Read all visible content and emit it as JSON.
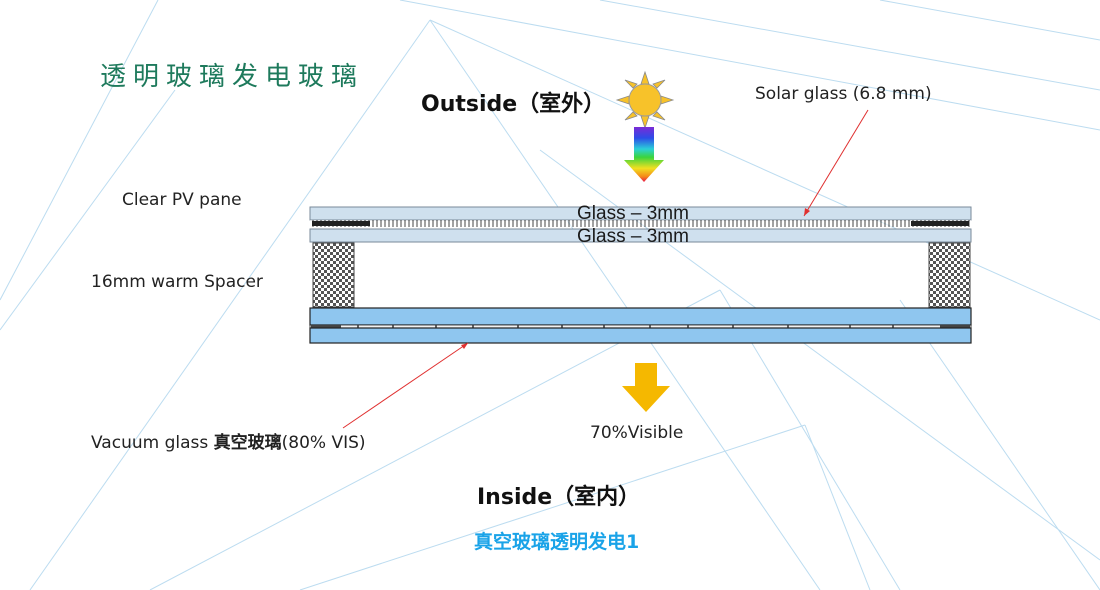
{
  "heading": "透明玻璃发电玻璃",
  "outside_label": "Outside（室外）",
  "inside_label": "Inside（室内）",
  "subtitle": "真空玻璃透明发电1",
  "labels": {
    "solar_glass": "Solar glass (6.8 mm)",
    "clear_pv_pane": "Clear PV pane",
    "spacer": "16mm warm Spacer",
    "vacuum_glass_prefix": "Vacuum glass ",
    "vacuum_glass_cn": "真空玻璃",
    "vacuum_glass_suffix": "(80% VIS)",
    "visible": "70%Visible",
    "glass_top": "Glass – 3mm",
    "glass_bottom": "Glass – 3mm"
  },
  "icons": [
    "sun-icon",
    "spectrum-arrow-icon",
    "transmitted-light-arrow-icon"
  ],
  "colors": {
    "heading": "#1e7a5c",
    "subtitle": "#1aa3e8",
    "pane_fill": "#cfe0ee",
    "vacuum_fill": "#8fc6ef",
    "leader_line": "#e03030",
    "arrow": "#f5b800",
    "sun": "#f7c22a"
  }
}
